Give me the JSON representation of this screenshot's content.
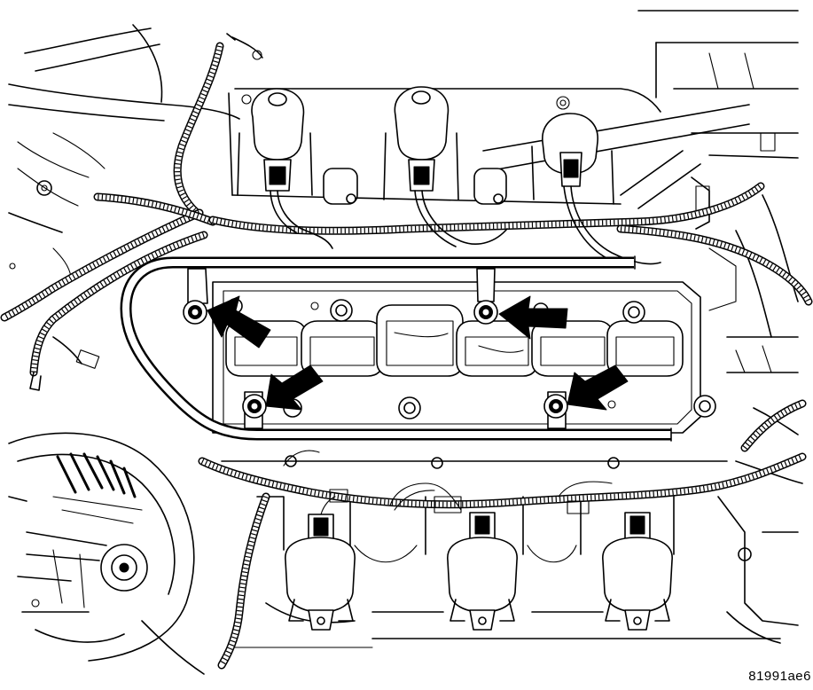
{
  "figure": {
    "id_label": "81991ae6"
  },
  "colors": {
    "line": "#000000",
    "background": "#ffffff"
  },
  "callouts": [
    {
      "name": "arrow",
      "points_to": "bolt",
      "direction": "up-left"
    },
    {
      "name": "arrow",
      "points_to": "bolt",
      "direction": "left"
    },
    {
      "name": "arrow",
      "points_to": "bolt",
      "direction": "down-left"
    },
    {
      "name": "arrow",
      "points_to": "bolt",
      "direction": "down-left"
    }
  ]
}
